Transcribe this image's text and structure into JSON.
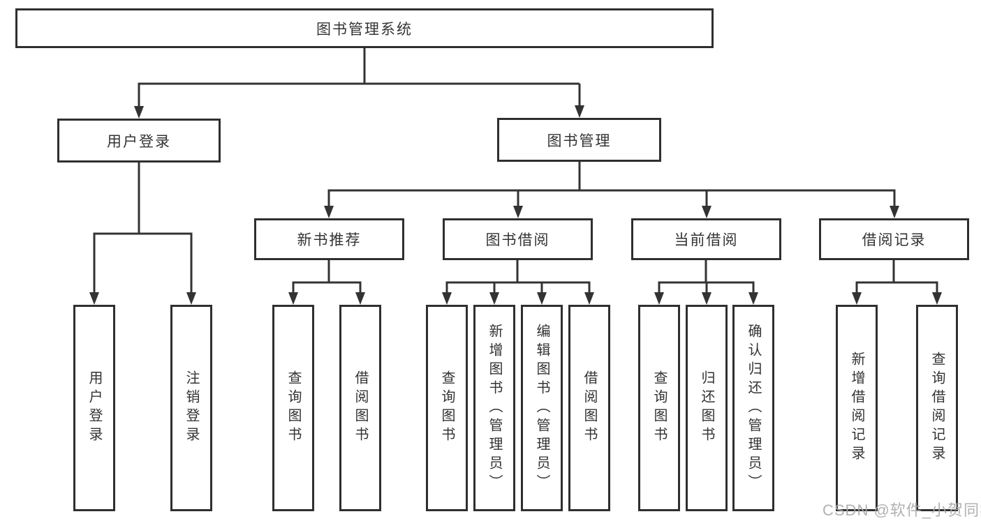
{
  "diagram": {
    "title": "图书管理系统",
    "level2": [
      "用户登录",
      "图书管理"
    ],
    "level3": [
      "新书推荐",
      "图书借阅",
      "当前借阅",
      "借阅记录"
    ],
    "leaves": {
      "user_login": [
        "用户登录",
        "注销登录"
      ],
      "new_book_recommend": [
        "查询图书",
        "借阅图书"
      ],
      "book_borrow": [
        "查询图书",
        "新增图书（管理员）",
        "编辑图书（管理员）",
        "借阅图书"
      ],
      "current_borrow": [
        "查询图书",
        "归还图书",
        "确认归还（管理员）"
      ],
      "borrow_record": [
        "新增借阅记录",
        "查询借阅记录"
      ]
    },
    "colors": {
      "line": "#333333",
      "box_border": "#2f2f2f",
      "box_background": "#ffffff",
      "text": "#333333",
      "watermark": "#a8a8a8"
    }
  },
  "watermark": "CSDN @软件_小贺同学"
}
